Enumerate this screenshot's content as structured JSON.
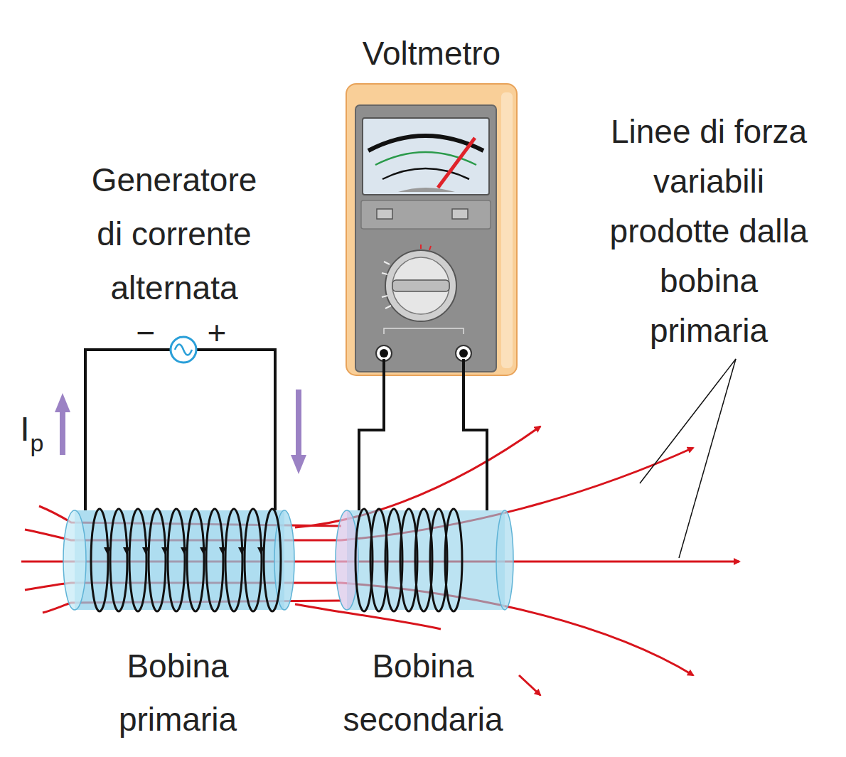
{
  "diagram": {
    "labels": [
      "Voltmetro",
      "Linee di forza variabili prodotte dalla bobina primaria",
      "Generatore di corrente alternata",
      "−",
      "+",
      "I",
      "p",
      "Bobina primaria",
      "Bobina secondaria"
    ]
  }
}
